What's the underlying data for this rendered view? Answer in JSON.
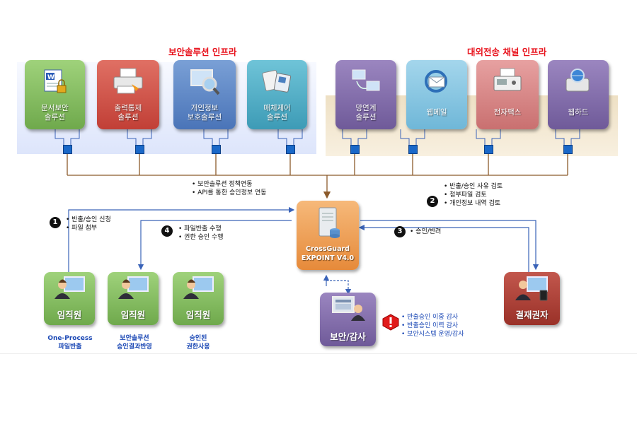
{
  "sections": {
    "security_title": "보안솔루션 인프라",
    "channel_title": "대외전송 채널 인프라"
  },
  "security_solutions": [
    {
      "label": "문서보안\n솔루션",
      "icon": "document-lock-icon",
      "color": "#7fbf5a"
    },
    {
      "label": "출력통제\n솔루션",
      "icon": "printer-icon",
      "color": "#cc4a40"
    },
    {
      "label": "개인정보\n보호솔루션",
      "icon": "monitor-magnifier-icon",
      "color": "#5580c2"
    },
    {
      "label": "매체제어\n솔루션",
      "icon": "media-device-icon",
      "color": "#4aa9c4"
    }
  ],
  "channels": [
    {
      "label": "망연계\n솔루션",
      "icon": "network-link-icon",
      "color": "#7c67a8"
    },
    {
      "label": "웹메일",
      "icon": "webmail-icon",
      "color": "#84c3e0"
    },
    {
      "label": "전자팩스",
      "icon": "fax-icon",
      "color": "#d48080"
    },
    {
      "label": "웹하드",
      "icon": "webhard-icon",
      "color": "#7c67a8"
    }
  ],
  "server": {
    "name_line1": "CrossGuard",
    "name_line2": "EXPOINT V4.0",
    "icon": "server-icon"
  },
  "notes": {
    "policy": [
      "• 보안솔루션 정책연동",
      "• API를 통한 승인정보 연동"
    ],
    "step1": {
      "num": "1",
      "lines": [
        "• 반출/승인 신청",
        "• 파일 첨부"
      ]
    },
    "step2": {
      "num": "2",
      "lines": [
        "• 반출/승인 사유 검토",
        "• 첨부파일 검토",
        "• 개인정보 내역 검토"
      ]
    },
    "step3": {
      "num": "3",
      "lines": [
        "• 승인/반려"
      ]
    },
    "step4": {
      "num": "4",
      "lines": [
        "• 파일반출 수행",
        "• 권한 승인 수행"
      ]
    }
  },
  "employees": [
    {
      "label": "임직원",
      "caption": "One-Process\n파일반출"
    },
    {
      "label": "임직원",
      "caption": "보안솔루션\n승인결과반영"
    },
    {
      "label": "임직원",
      "caption": "승인된\n권한사용"
    }
  ],
  "approver": {
    "label": "결재권자",
    "icon": "approver-icon"
  },
  "auditor": {
    "label": "보안/감사",
    "icon": "auditor-icon"
  },
  "audit_notes": [
    "• 반출승인 이중 감사",
    "• 반출승인 이력 감사",
    "• 보안시스템 운영/감사"
  ],
  "colors": {
    "connector": "#8b5a2b",
    "flow": "#3a63b8",
    "square": "#1a68c8",
    "title": "#e8101a",
    "caption": "#1b48b5"
  }
}
